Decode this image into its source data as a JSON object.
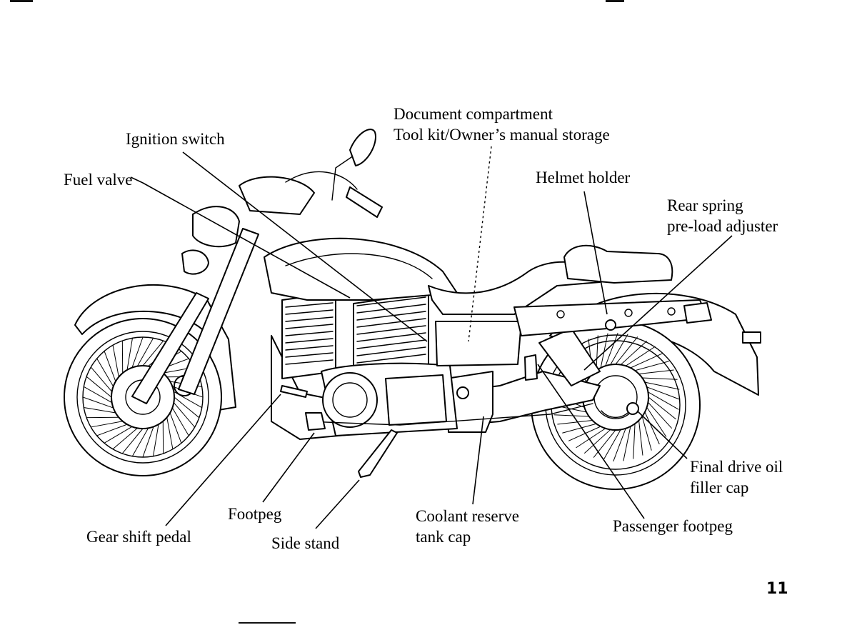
{
  "labels": {
    "document_compartment_line1": "Document compartment",
    "document_compartment_line2": "Tool kit/Owner’s manual storage",
    "ignition_switch": "Ignition switch",
    "fuel_valve": "Fuel valve",
    "helmet_holder": "Helmet holder",
    "rear_spring_line1": "Rear spring",
    "rear_spring_line2": "pre-load adjuster",
    "final_drive_line1": "Final drive oil",
    "final_drive_line2": "filler cap",
    "passenger_footpeg": "Passenger footpeg",
    "coolant_line1": "Coolant reserve",
    "coolant_line2": "tank cap",
    "side_stand": "Side stand",
    "footpeg": "Footpeg",
    "gear_shift_pedal": "Gear shift pedal"
  },
  "page_number": "11"
}
